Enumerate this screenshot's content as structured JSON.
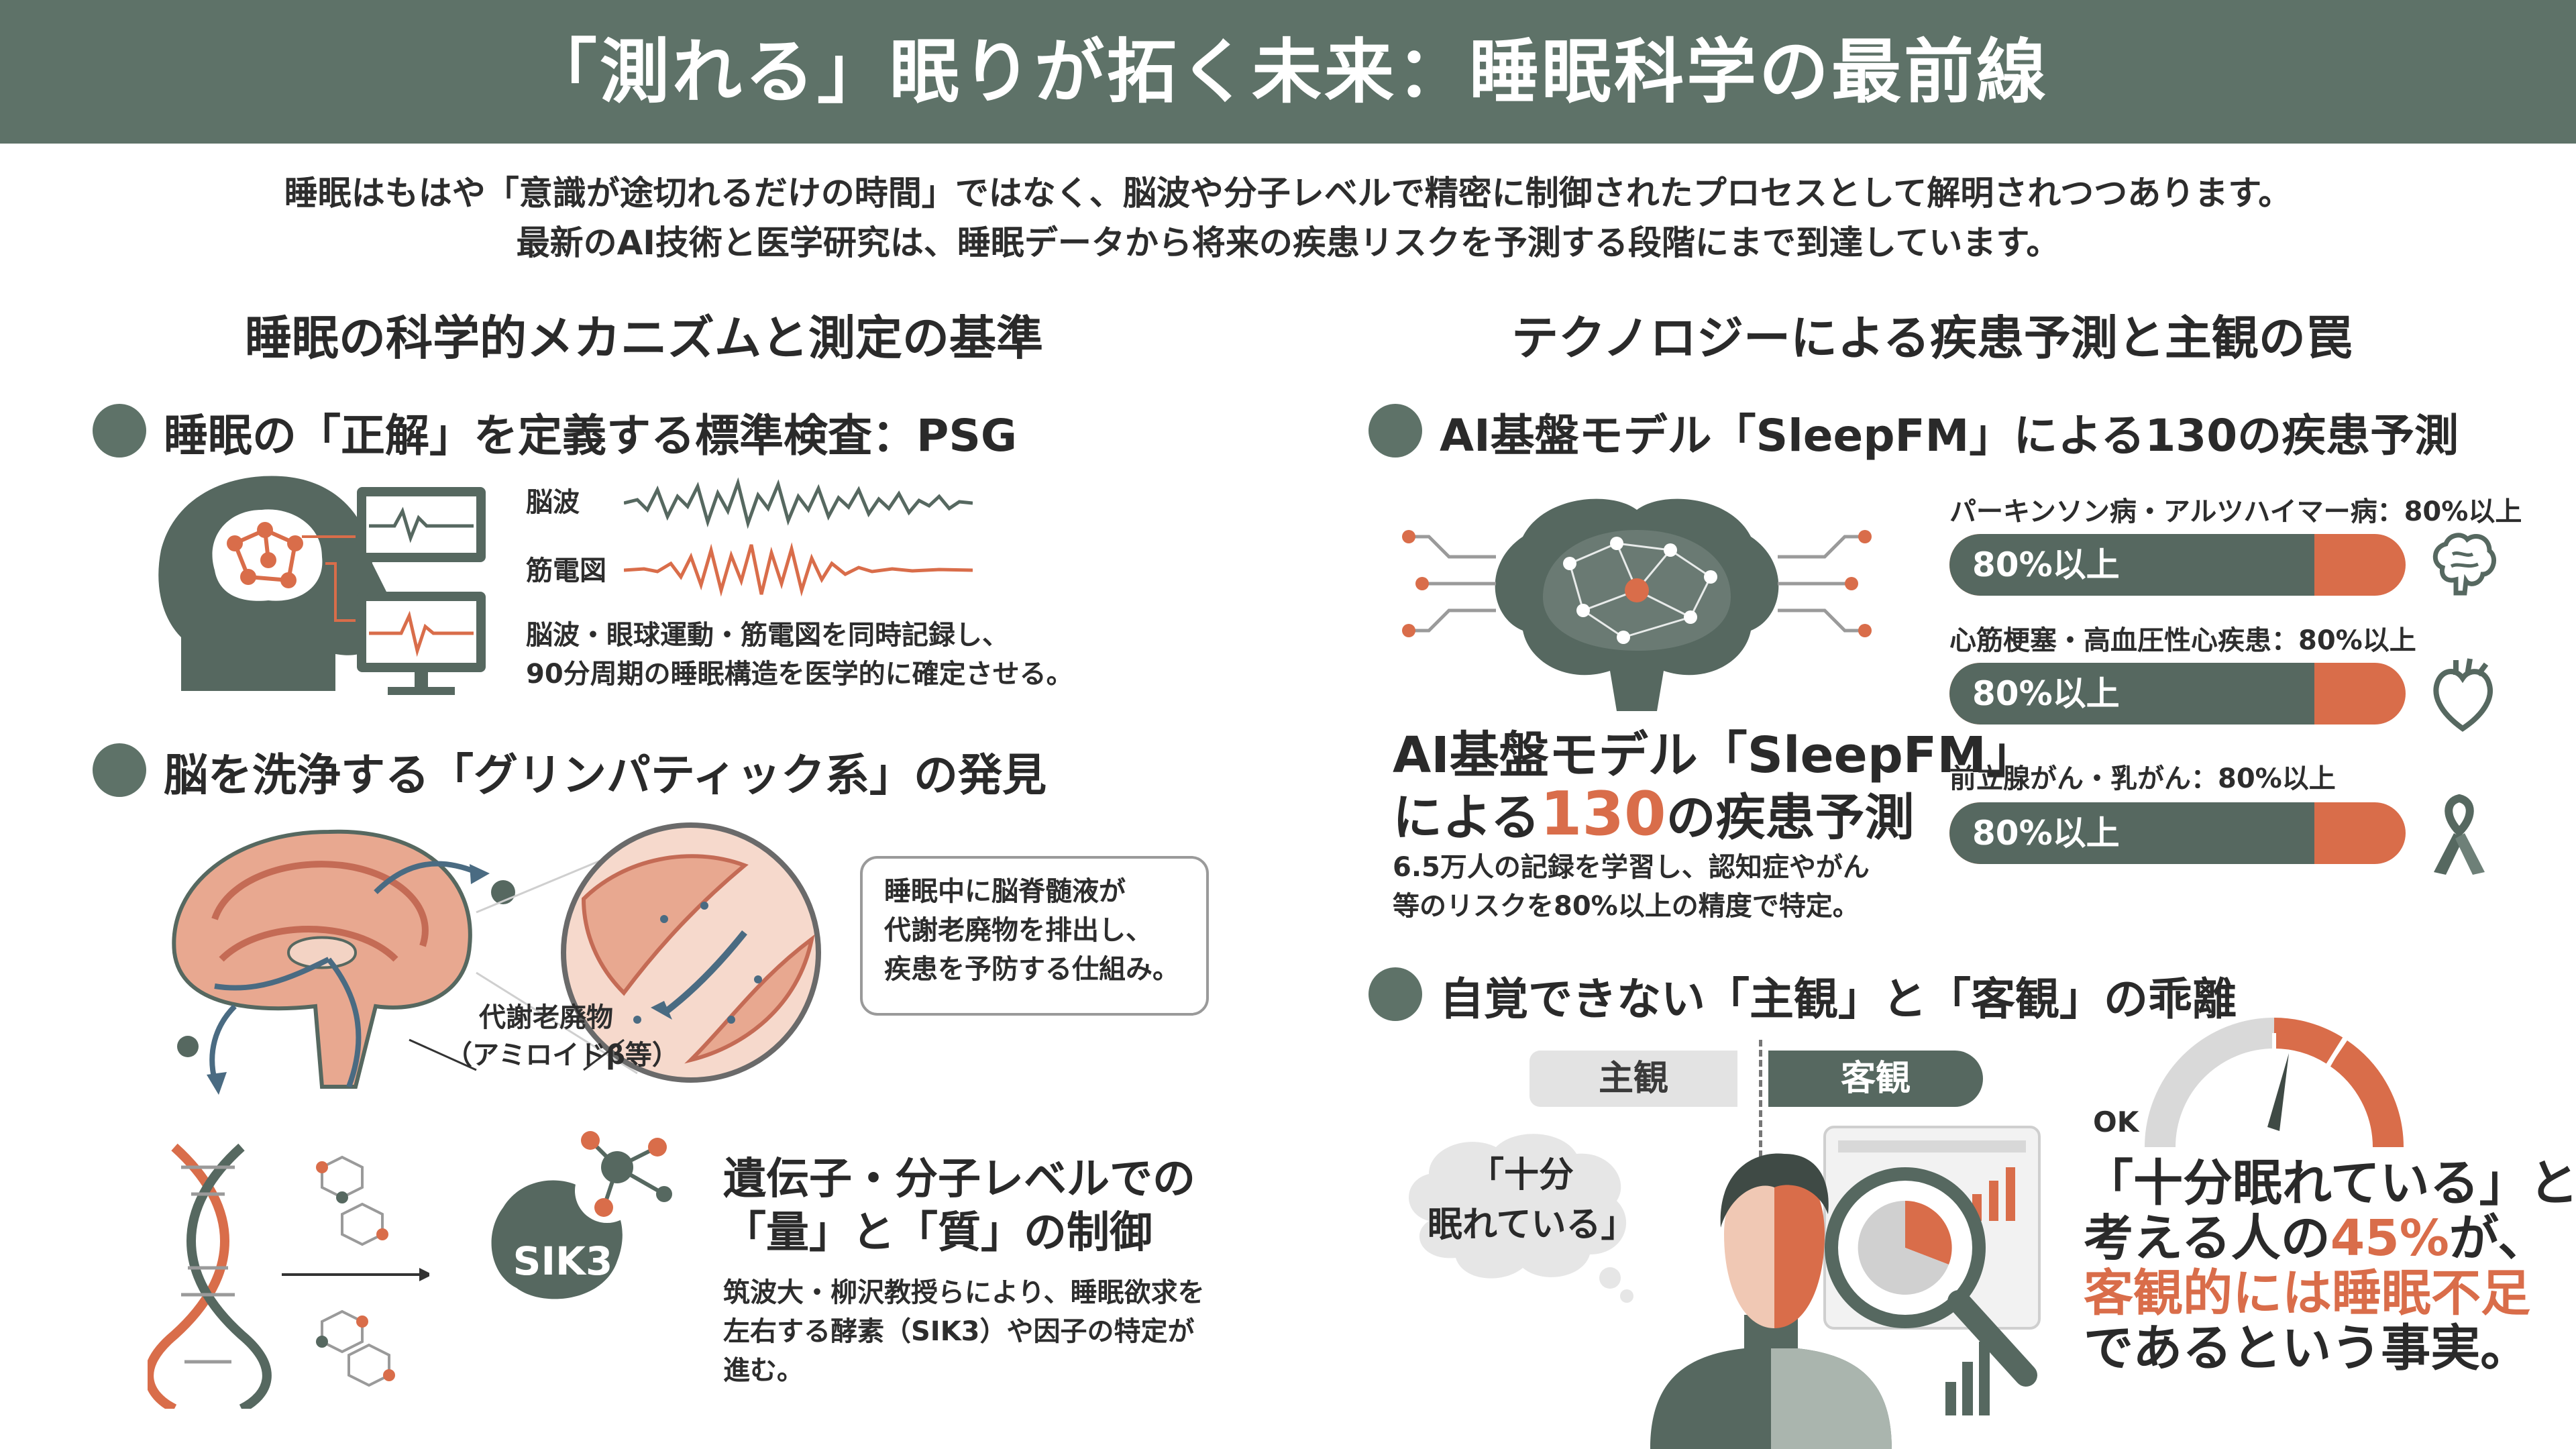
{
  "title": "「測れる」眠りが拓く未来：睡眠科学の最前線",
  "intro": {
    "line1": "睡眠はもはや「意識が途切れるだけの時間」ではなく、脳波や分子レベルで精密に制御されたプロセスとして解明されつつあります。",
    "line2": "最新のAI技術と医学研究は、睡眠データから将来の疾患リスクを予測する段階にまで到達しています。"
  },
  "left": {
    "title": "睡眠の科学的メカニズムと測定の基準",
    "psg": {
      "heading": "睡眠の「正解」を定義する標準検査：PSG",
      "label_eeg": "脳波",
      "label_emg": "筋電図",
      "desc1": "脳波・眼球運動・筋電図を同時記録し、",
      "desc2": "90分周期の睡眠構造を医学的に確定させる。"
    },
    "glymph": {
      "heading": "脳を洗浄する「グリンパティック系」の発見",
      "callout1": "睡眠中に脳脊髄液が",
      "callout2": "代謝老廃物を排出し、",
      "callout3": "疾患を予防する仕組み。",
      "waste1": "代謝老廃物",
      "waste2": "（アミロイドβ等）"
    },
    "gene": {
      "heading1": "遺伝子・分子レベルでの",
      "heading2": "「量」と「質」の制御",
      "sik3": "SIK3",
      "desc1": "筑波大・柳沢教授らにより、睡眠欲求を",
      "desc2": "左右する酵素（SIK3）や因子の特定が",
      "desc3": "進む。"
    }
  },
  "right": {
    "title": "テクノロジーによる疾患予測と主観の罠",
    "ai": {
      "heading": "AI基盤モデル「SleepFM」による130の疾患予測",
      "big1": "AI基盤モデル「SleepFM」",
      "big2_pre": "による",
      "big2_num": "130",
      "big2_post": "の疾患予測",
      "desc1": "6.5万人の記録を学習し、認知症やがん",
      "desc2": "等のリスクを80%以上の精度で特定。",
      "bars": [
        {
          "label": "パーキンソン病・アルツハイマー病：80%以上",
          "bar_text": "80%以上",
          "value": 80,
          "icon": "brain-icon"
        },
        {
          "label": "心筋梗塞・高血圧性心疾患：80%以上",
          "bar_text": "80%以上",
          "value": 80,
          "icon": "heart-icon"
        },
        {
          "label": "前立腺がん・乳がん：80%以上",
          "bar_text": "80%以上",
          "value": 80,
          "icon": "ribbon-icon"
        }
      ]
    },
    "gap": {
      "heading": "自覚できない「主観」と「客観」の乖離",
      "subjective": "主観",
      "objective": "客観",
      "bubble1": "「十分",
      "bubble2": "眠れている」",
      "gauge_ok": "OK",
      "fact1": "「十分眠れている」と",
      "fact2_pre": "考える人の",
      "fact2_pct": "45%",
      "fact2_post": "が、",
      "fact3": "客観的には睡眠不足",
      "fact4": "であるという事実。"
    }
  },
  "colors": {
    "header": "#5e7268",
    "accent": "#d96d4a",
    "dark": "#566860",
    "light": "#e3e3e3"
  }
}
